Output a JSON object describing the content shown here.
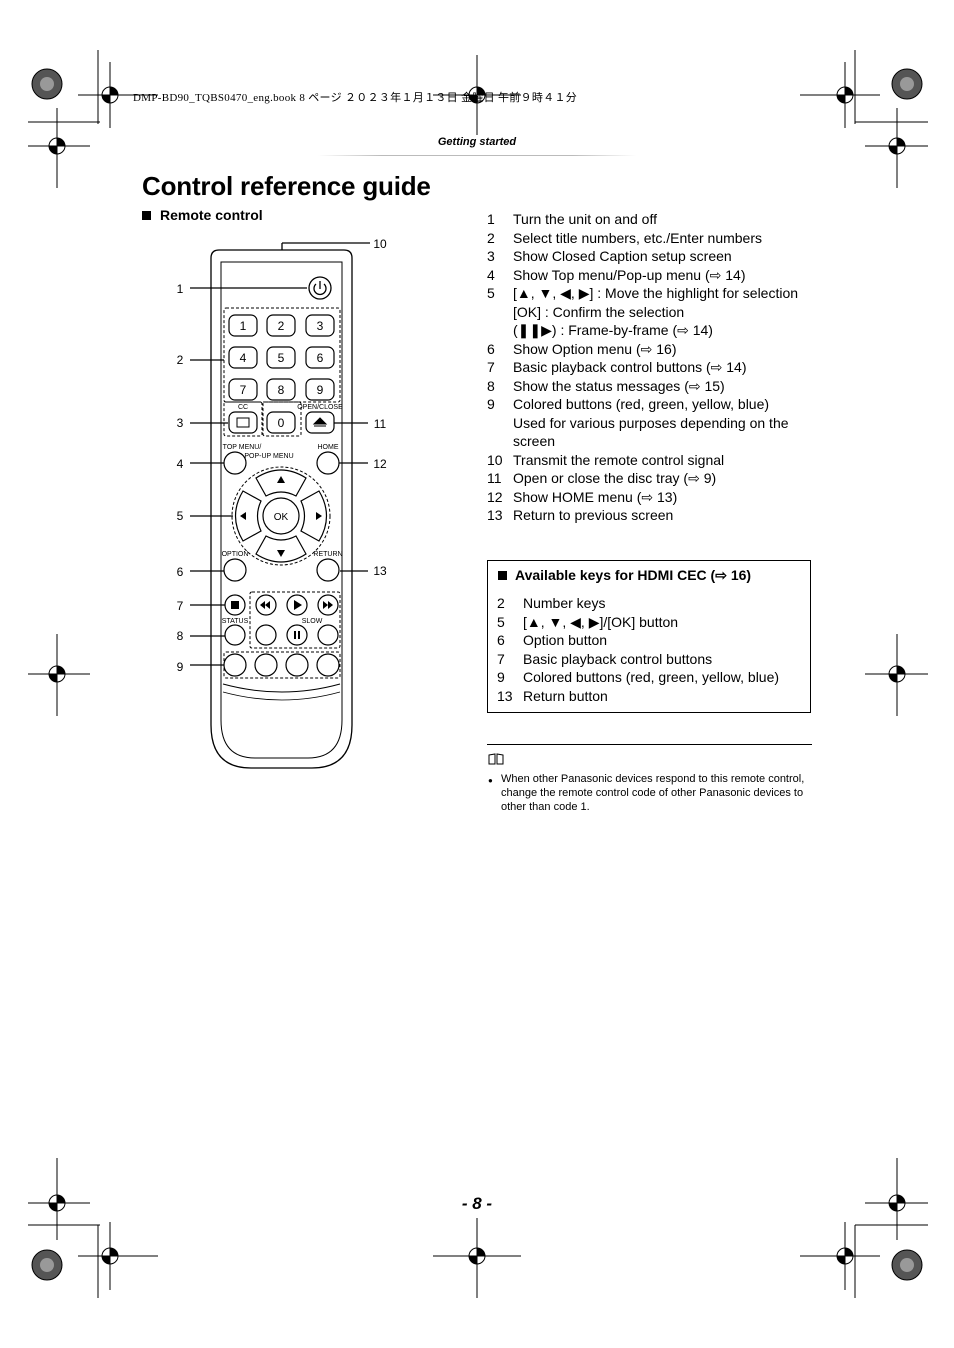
{
  "header": {
    "file_info": "DMP-BD90_TQBS0470_eng.book  8 ページ  ２０２３年１月１３日  金曜日  午前９時４１分",
    "section": "Getting started"
  },
  "title": "Control reference guide",
  "remote_heading": "Remote control",
  "callouts": [
    "1",
    "2",
    "3",
    "4",
    "5",
    "6",
    "7",
    "8",
    "9",
    "10",
    "11",
    "12",
    "13"
  ],
  "remote": {
    "number_keys": [
      "1",
      "2",
      "3",
      "4",
      "5",
      "6",
      "7",
      "8",
      "9",
      "0"
    ],
    "labels": {
      "cc": "CC",
      "open_close": "OPEN/CLOSE",
      "top_menu": "TOP MENU/",
      "popup_menu": "POP-UP MENU",
      "home": "HOME",
      "ok": "OK",
      "option": "OPTION",
      "return": "RETURN",
      "status": "STATUS",
      "slow": "SLOW"
    }
  },
  "descriptions": [
    {
      "num": "1",
      "lines": [
        "Turn the unit on and off"
      ]
    },
    {
      "num": "2",
      "lines": [
        "Select title numbers, etc./Enter numbers"
      ]
    },
    {
      "num": "3",
      "lines": [
        "Show Closed Caption setup screen"
      ]
    },
    {
      "num": "4",
      "lines": [
        "Show Top menu/Pop-up menu (⇨ 14)"
      ]
    },
    {
      "num": "5",
      "lines": [
        "[▲, ▼, ◀, ▶] : Move the highlight for selection",
        "[OK] : Confirm the selection",
        "(❚❚▶) : Frame-by-frame (⇨ 14)"
      ]
    },
    {
      "num": "6",
      "lines": [
        "Show Option menu (⇨ 16)"
      ]
    },
    {
      "num": "7",
      "lines": [
        "Basic playback control buttons (⇨ 14)"
      ]
    },
    {
      "num": "8",
      "lines": [
        "Show the status messages (⇨ 15)"
      ]
    },
    {
      "num": "9",
      "lines": [
        "Colored buttons (red, green, yellow, blue)",
        "Used for various purposes depending on the screen"
      ]
    },
    {
      "num": "10",
      "lines": [
        "Transmit the remote control signal"
      ]
    },
    {
      "num": "11",
      "lines": [
        "Open or close the disc tray (⇨ 9)"
      ]
    },
    {
      "num": "12",
      "lines": [
        "Show HOME menu (⇨ 13)"
      ]
    },
    {
      "num": "13",
      "lines": [
        "Return to previous screen"
      ]
    }
  ],
  "hdmi": {
    "title": "Available keys for HDMI CEC (⇨ 16)",
    "items": [
      {
        "num": "2",
        "text": "Number keys"
      },
      {
        "num": "5",
        "text": "[▲, ▼, ◀, ▶]/[OK] button"
      },
      {
        "num": "6",
        "text": "Option button"
      },
      {
        "num": "7",
        "text": "Basic playback control buttons"
      },
      {
        "num": "9",
        "text": "Colored buttons (red, green, yellow, blue)"
      },
      {
        "num": "13",
        "text": "Return button"
      }
    ]
  },
  "notes": [
    "When other Panasonic devices respond to this remote control, change the remote control code of other Panasonic devices to other than code 1."
  ],
  "page_number": "- 8 -"
}
